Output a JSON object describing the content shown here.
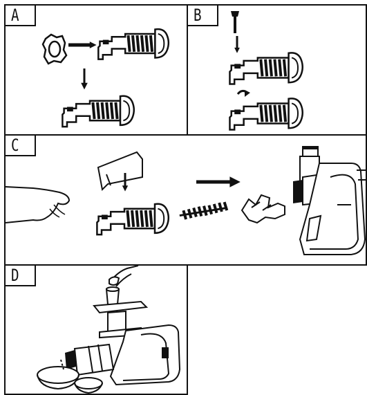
{
  "panels": {
    "a": {
      "label": "A"
    },
    "b": {
      "label": "B"
    },
    "c": {
      "label": "C"
    },
    "d": {
      "label": "D"
    }
  },
  "colors": {
    "ink": "#111111",
    "paper": "#ffffff"
  },
  "icons": [
    "end-cap-icon",
    "auger-housing-icon",
    "arrow-icon",
    "screw-icon",
    "auger-spiral-icon",
    "juicer-base-icon",
    "hand-icon",
    "cover-icon",
    "cup-icon",
    "bowl-icon"
  ]
}
